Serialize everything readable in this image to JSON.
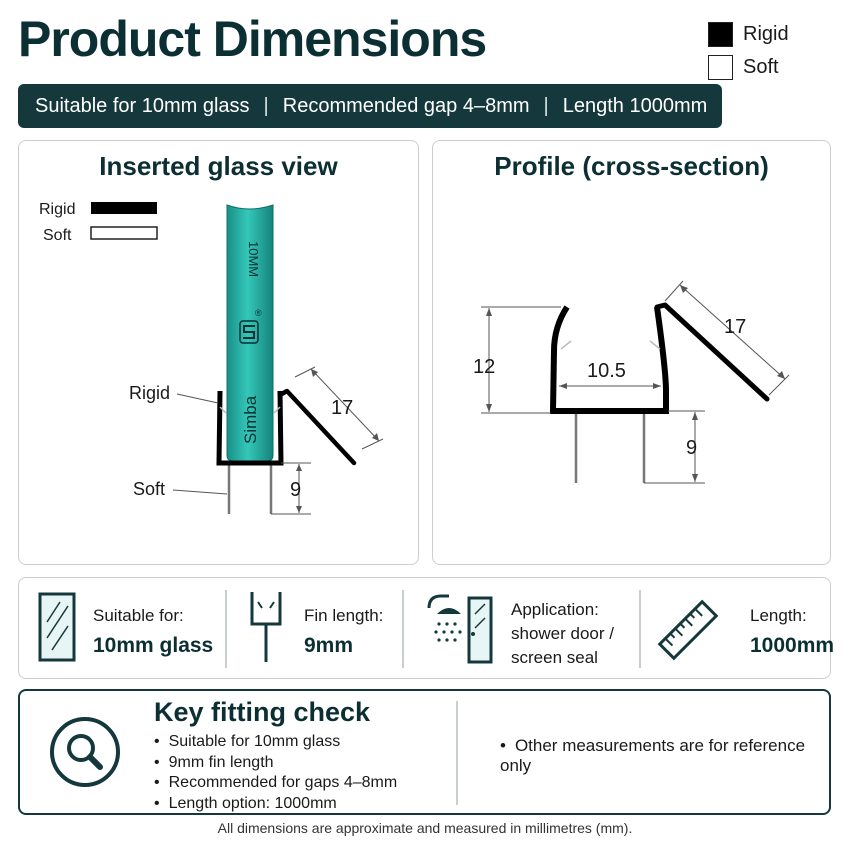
{
  "title": "Product Dimensions",
  "legend": {
    "rigid": "Rigid",
    "soft": "Soft"
  },
  "banner": {
    "glass": "Suitable for 10mm glass",
    "gap": "Recommended gap 4–8mm",
    "length": "Length 1000mm",
    "separator": "|"
  },
  "left_panel": {
    "title": "Inserted glass view",
    "legend_rigid": "Rigid",
    "legend_soft": "Soft",
    "glass_thickness": "10MM",
    "brand": "Simba",
    "registered": "®",
    "callout_rigid": "Rigid",
    "callout_soft": "Soft",
    "dim_fin_length": "17",
    "dim_fin_height": "9"
  },
  "right_panel": {
    "title": "Profile (cross-section)",
    "dim_height": "12",
    "dim_inner_width": "10.5",
    "dim_fin_length": "17",
    "dim_fin_height": "9"
  },
  "features": [
    {
      "label": "Suitable for:",
      "value": "10mm glass",
      "icon": "glass-pane-icon"
    },
    {
      "label": "Fin length:",
      "value": "9mm",
      "icon": "seal-profile-icon"
    },
    {
      "label_lines": [
        "Application:",
        "shower door /",
        "screen seal"
      ],
      "icon": "shower-door-icon"
    },
    {
      "label": "Length:",
      "value": "1000mm",
      "icon": "ruler-icon"
    }
  ],
  "check": {
    "title": "Key fitting check",
    "items": [
      "Suitable for 10mm glass",
      "9mm fin length",
      "Recommended for gaps 4–8mm",
      "Length option: 1000mm"
    ],
    "note": "Other measurements are for reference only",
    "icon": "magnifier-icon"
  },
  "footnote": "All dimensions are approximate and measured in millimetres (mm).",
  "colors": {
    "brand_dark": "#14383c",
    "glass": "#23b3a6",
    "rigid": "#000000",
    "soft": "#ffffff"
  }
}
